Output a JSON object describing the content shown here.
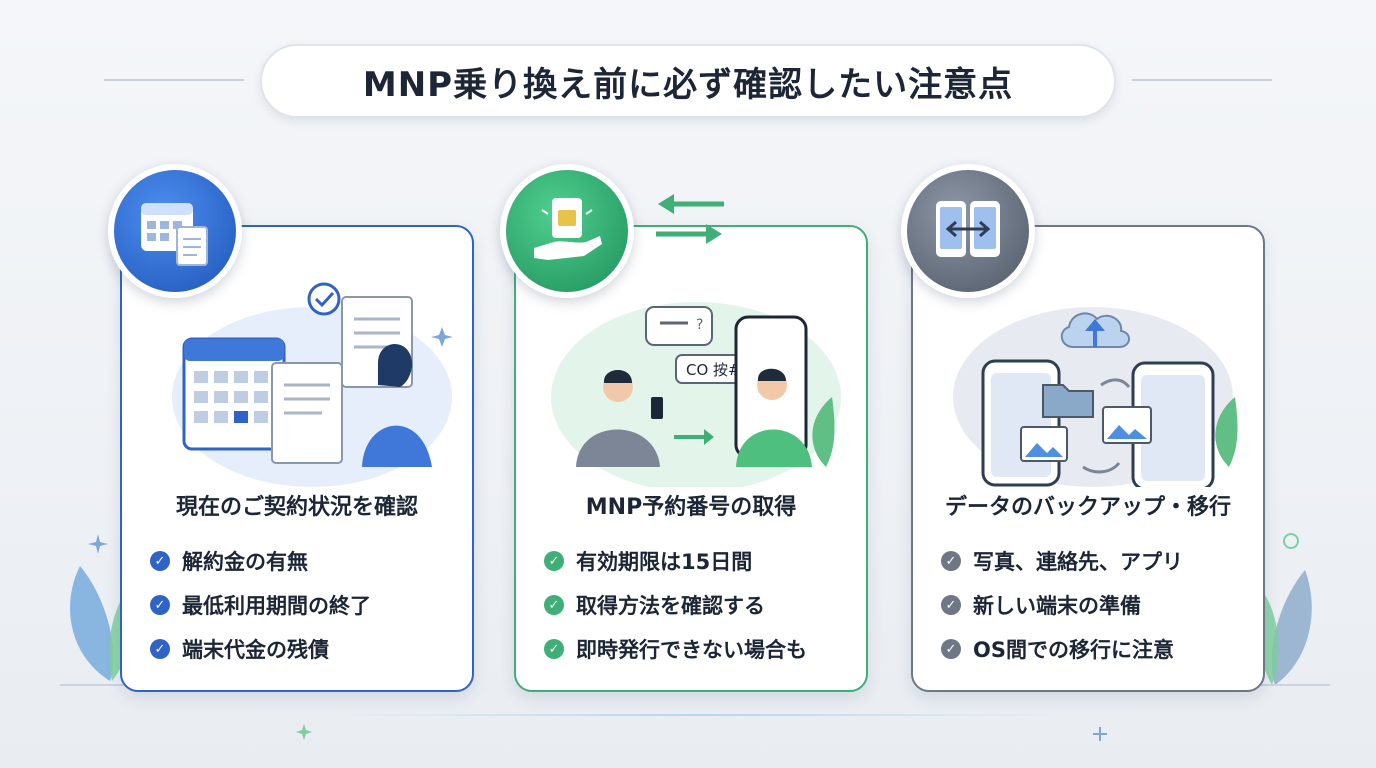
{
  "header": {
    "title": "MNP乗り換え前に必ず確認したい注意点"
  },
  "cards": [
    {
      "title": "現在のご契約状況を確認",
      "accent": "#2f63c6",
      "icon": "calendar-document-icon",
      "items": [
        "解約金の有無",
        "最低利用期間の終了",
        "端末代金の残債"
      ]
    },
    {
      "title": "MNP予約番号の取得",
      "accent": "#3fae77",
      "icon": "sim-card-hand-icon",
      "bubble_text": "CO 按#",
      "items": [
        "有効期限は15日間",
        "取得方法を確認する",
        "即時発行できない場合も"
      ]
    },
    {
      "title": "データのバックアップ・移行",
      "accent": "#6d7785",
      "icon": "phone-transfer-icon",
      "items": [
        "写真、連絡先、アプリ",
        "新しい端末の準備",
        "OS間での移行に注意"
      ]
    }
  ]
}
